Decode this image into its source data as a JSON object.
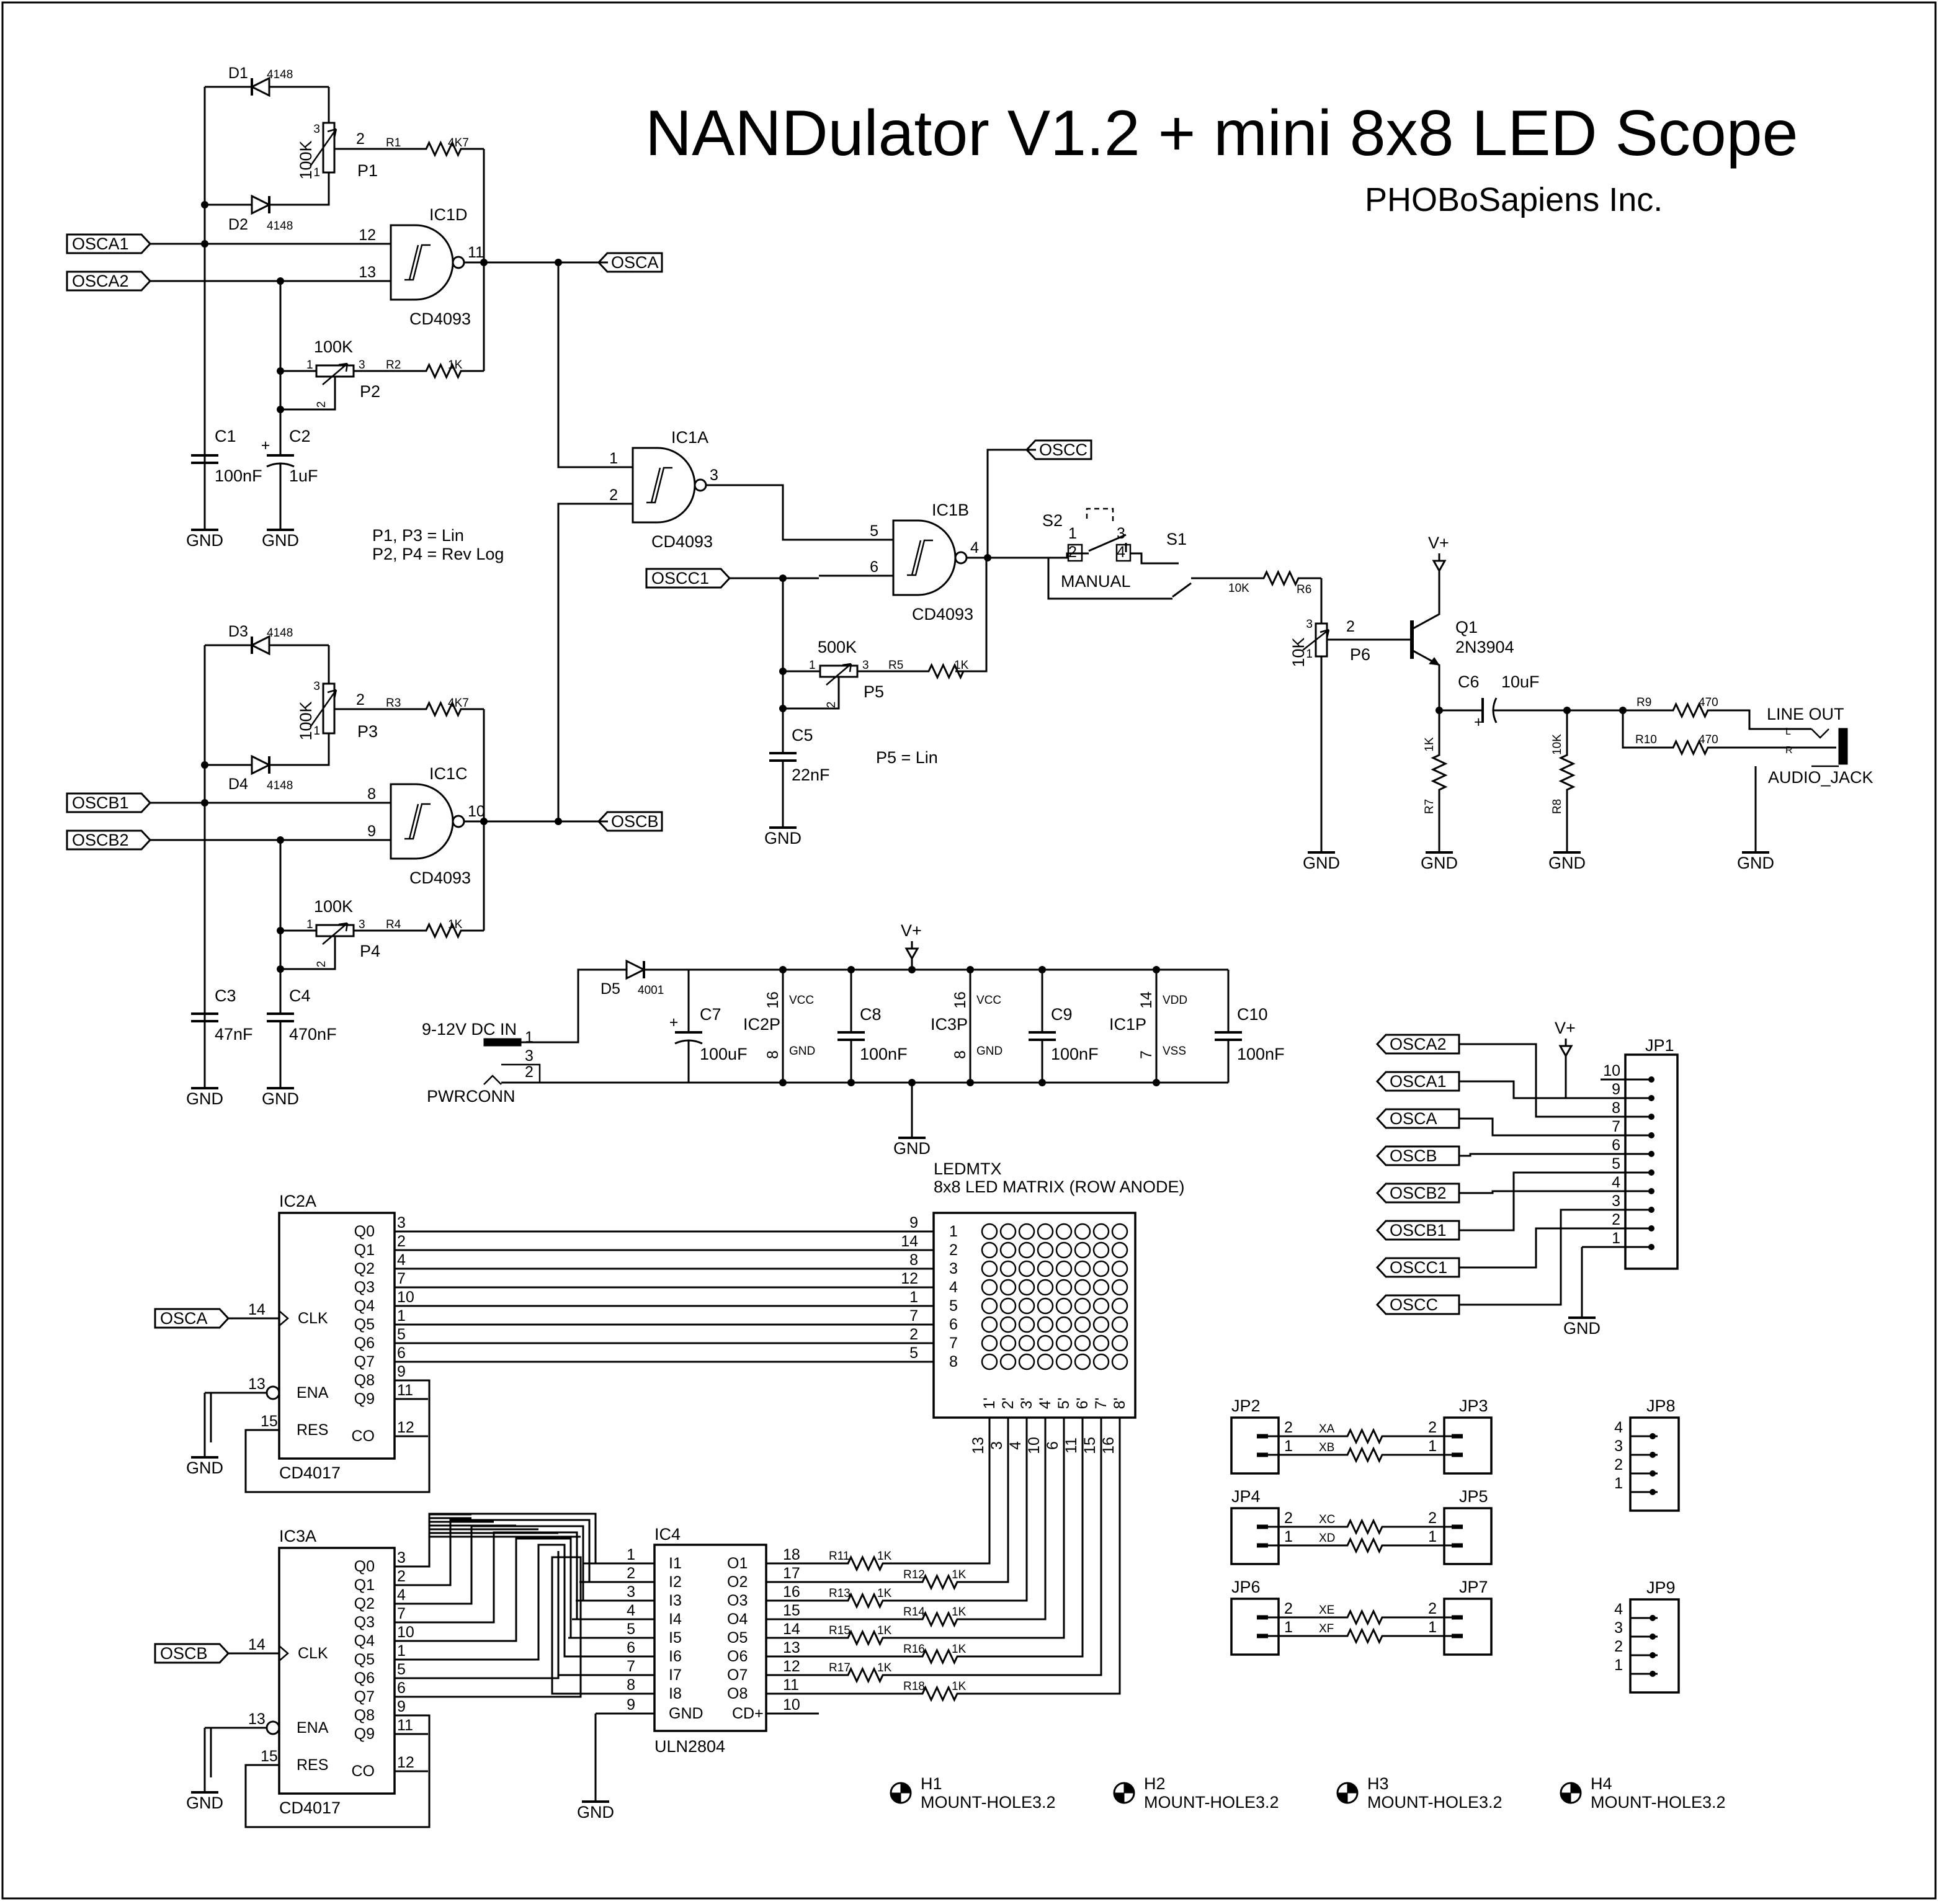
{
  "title": "NANDulator V1.2 + mini 8x8 LED Scope",
  "company": "PHOBoSapiens Inc.",
  "notes": {
    "pot_taper_1": "P1, P3 = Lin",
    "pot_taper_2": "P2, P4 = Rev Log",
    "pot_taper_3": "P5 = Lin"
  },
  "power": {
    "vplus": "V+",
    "gnd": "GND"
  },
  "ports": {
    "osca1": "OSCA1",
    "osca2": "OSCA2",
    "osca": "OSCA",
    "oscb1": "OSCB1",
    "oscb2": "OSCB2",
    "oscb": "OSCB",
    "oscc": "OSCC",
    "oscc1": "OSCC1"
  },
  "gates": {
    "ic1d": {
      "ref": "IC1D",
      "part": "CD4093",
      "pins": [
        "12",
        "13",
        "11"
      ]
    },
    "ic1c": {
      "ref": "IC1C",
      "part": "CD4093",
      "pins": [
        "8",
        "9",
        "10"
      ]
    },
    "ic1a": {
      "ref": "IC1A",
      "part": "CD4093",
      "pins": [
        "1",
        "2",
        "3"
      ]
    },
    "ic1b": {
      "ref": "IC1B",
      "part": "CD4093",
      "pins": [
        "5",
        "6",
        "4"
      ]
    }
  },
  "diodes": [
    {
      "ref": "D1",
      "val": "4148"
    },
    {
      "ref": "D2",
      "val": "4148"
    },
    {
      "ref": "D3",
      "val": "4148"
    },
    {
      "ref": "D4",
      "val": "4148"
    },
    {
      "ref": "D5",
      "val": "4001"
    }
  ],
  "pots": [
    {
      "ref": "P1",
      "val": "100K"
    },
    {
      "ref": "P2",
      "val": "100K"
    },
    {
      "ref": "P3",
      "val": "100K"
    },
    {
      "ref": "P4",
      "val": "100K"
    },
    {
      "ref": "P5",
      "val": "500K"
    },
    {
      "ref": "P6",
      "val": "10K"
    }
  ],
  "resistors": [
    {
      "ref": "R1",
      "val": "4K7"
    },
    {
      "ref": "R2",
      "val": "1K"
    },
    {
      "ref": "R3",
      "val": "4K7"
    },
    {
      "ref": "R4",
      "val": "1K"
    },
    {
      "ref": "R5",
      "val": "1K"
    },
    {
      "ref": "R6",
      "val": "10K"
    },
    {
      "ref": "R7",
      "val": "1K"
    },
    {
      "ref": "R8",
      "val": "10K"
    },
    {
      "ref": "R9",
      "val": "470"
    },
    {
      "ref": "R10",
      "val": "470"
    }
  ],
  "caps": [
    {
      "ref": "C1",
      "val": "100nF"
    },
    {
      "ref": "C2",
      "val": "1uF"
    },
    {
      "ref": "C3",
      "val": "47nF"
    },
    {
      "ref": "C4",
      "val": "470nF"
    },
    {
      "ref": "C5",
      "val": "22nF"
    },
    {
      "ref": "C6",
      "val": "10uF"
    },
    {
      "ref": "C7",
      "val": "100uF"
    },
    {
      "ref": "C8",
      "val": "100nF"
    },
    {
      "ref": "C9",
      "val": "100nF"
    },
    {
      "ref": "C10",
      "val": "100nF"
    }
  ],
  "switches": {
    "s1": "S1",
    "s2": "S2",
    "manual": "MANUAL",
    "pins": [
      "1",
      "2",
      "3",
      "4"
    ]
  },
  "transistor": {
    "ref": "Q1",
    "val": "2N3904"
  },
  "audio": {
    "line_out": "LINE OUT",
    "jack": "AUDIO_JACK",
    "l": "L",
    "r": "R"
  },
  "dc_in": {
    "label": "9-12V DC IN",
    "conn": "PWRCONN",
    "pins": [
      "1",
      "3",
      "2"
    ]
  },
  "ic_power": [
    {
      "ref": "IC2P",
      "vcc": "VCC",
      "gnd": "GND",
      "p_hi": "16",
      "p_lo": "8"
    },
    {
      "ref": "IC3P",
      "vcc": "VCC",
      "gnd": "GND",
      "p_hi": "16",
      "p_lo": "8"
    },
    {
      "ref": "IC1P",
      "vcc": "VDD",
      "gnd": "VSS",
      "p_hi": "14",
      "p_lo": "7"
    }
  ],
  "counters": {
    "ic2a": "IC2A",
    "ic3a": "IC3A",
    "part": "CD4017",
    "outputs": [
      "Q0",
      "Q1",
      "Q2",
      "Q3",
      "Q4",
      "Q5",
      "Q6",
      "Q7",
      "Q8",
      "Q9",
      "CO"
    ],
    "out_pins": [
      "3",
      "2",
      "4",
      "7",
      "10",
      "1",
      "5",
      "6",
      "9",
      "11",
      "12"
    ],
    "clk": "CLK",
    "ena": "ENA",
    "res": "RES",
    "clk_pin": "14",
    "ena_pin": "13",
    "res_pin": "15"
  },
  "matrix": {
    "ref": "LEDMTX",
    "desc": "8x8 LED MATRIX (ROW ANODE)",
    "row_pins": [
      "9",
      "14",
      "8",
      "12",
      "1",
      "7",
      "2",
      "5"
    ],
    "row_nums": [
      "1",
      "2",
      "3",
      "4",
      "5",
      "6",
      "7",
      "8"
    ],
    "col_names": [
      "1'",
      "2'",
      "3'",
      "4'",
      "5'",
      "6'",
      "7'",
      "8'"
    ],
    "col_pins": [
      "13",
      "3",
      "4",
      "10",
      "6",
      "11",
      "15",
      "16"
    ]
  },
  "driver": {
    "ref": "IC4",
    "part": "ULN2804",
    "inputs": [
      "I1",
      "I2",
      "I3",
      "I4",
      "I5",
      "I6",
      "I7",
      "I8"
    ],
    "in_pins": [
      "1",
      "2",
      "3",
      "4",
      "5",
      "6",
      "7",
      "8"
    ],
    "outputs": [
      "O1",
      "O2",
      "O3",
      "O4",
      "O5",
      "O6",
      "O7",
      "O8"
    ],
    "out_pins": [
      "18",
      "17",
      "16",
      "15",
      "14",
      "13",
      "12",
      "11"
    ],
    "gnd": "GND",
    "cd": "CD+",
    "gnd_pin": "9",
    "cd_pin": "10",
    "r_refs": [
      "R11",
      "R12",
      "R13",
      "R14",
      "R15",
      "R16",
      "R17",
      "R18"
    ],
    "r_val": "1K"
  },
  "jp1": {
    "ref": "JP1",
    "pins": [
      "10",
      "9",
      "8",
      "7",
      "6",
      "5",
      "4",
      "3",
      "2",
      "1"
    ],
    "signals": [
      "OSCA2",
      "OSCA1",
      "OSCA",
      "OSCB",
      "OSCB2",
      "OSCB1",
      "OSCC1",
      "OSCC"
    ]
  },
  "jumpers": [
    {
      "left": "JP2",
      "right": "JP3",
      "a": "XA",
      "b": "XB"
    },
    {
      "left": "JP4",
      "right": "JP5",
      "a": "XC",
      "b": "XD"
    },
    {
      "left": "JP6",
      "right": "JP7",
      "a": "XE",
      "b": "XF"
    }
  ],
  "jp_pins": [
    "1",
    "2",
    "3",
    "4"
  ],
  "headers": [
    "JP8",
    "JP9"
  ],
  "holes": [
    {
      "ref": "H1",
      "val": "MOUNT-HOLE3.2"
    },
    {
      "ref": "H2",
      "val": "MOUNT-HOLE3.2"
    },
    {
      "ref": "H3",
      "val": "MOUNT-HOLE3.2"
    },
    {
      "ref": "H4",
      "val": "MOUNT-HOLE3.2"
    }
  ]
}
